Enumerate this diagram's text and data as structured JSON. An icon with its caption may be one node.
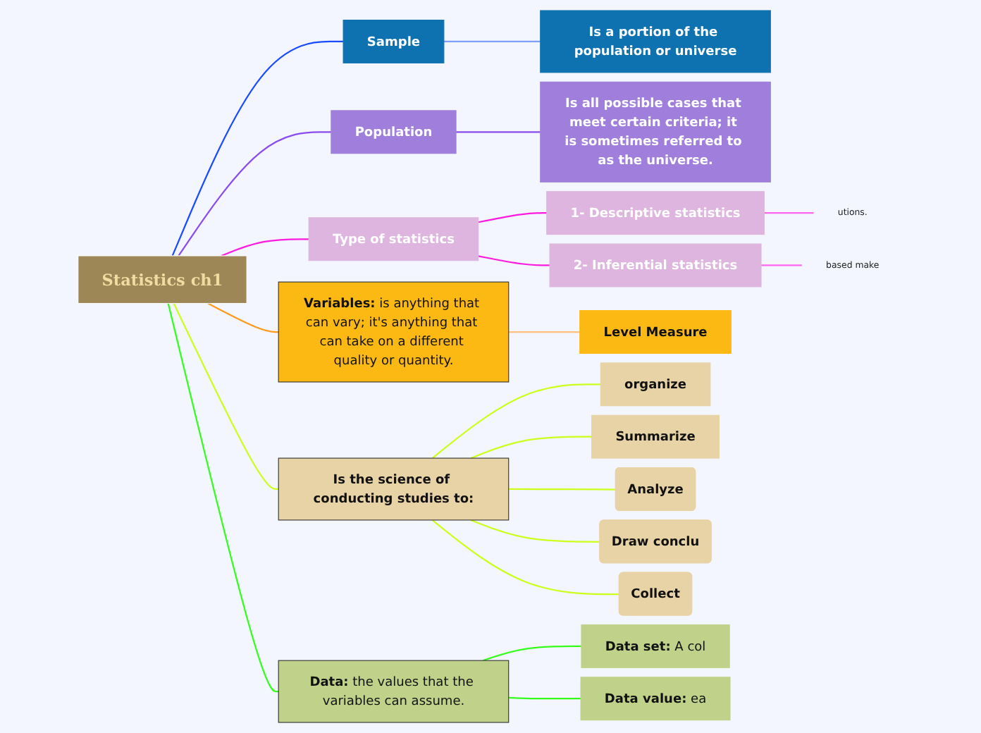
{
  "diagram": {
    "nodes": [
      {
        "text": [
          "Statistics ch1"
        ]
      },
      {
        "text": [
          "Sample"
        ]
      },
      {
        "text": [
          "Is a portion of the population or universe"
        ]
      },
      {
        "text": [
          "Population"
        ]
      },
      {
        "text": [
          "Is all possible cases that meet certain criteria; it is sometimes referred to as the universe."
        ]
      },
      {
        "text": [
          "Type of statistics"
        ]
      },
      {
        "text": [
          "1- Descriptive statistics"
        ]
      },
      {
        "text": [
          "utions."
        ]
      },
      {
        "text": [
          "2- Inferential statistics"
        ]
      },
      {
        "text": [
          "based make"
        ]
      },
      {
        "text": [
          "**Variables:** is anything that can vary; it's anything that can take on a different quality or quantity."
        ]
      },
      {
        "text": [
          "Level Measure"
        ]
      },
      {
        "text": [
          "Is the science of conducting studies to:"
        ]
      },
      {
        "text": [
          "organize"
        ]
      },
      {
        "text": [
          "Summarize"
        ]
      },
      {
        "text": [
          "Analyze"
        ]
      },
      {
        "text": [
          "Draw conclu"
        ]
      },
      {
        "text": [
          "Collect"
        ]
      },
      {
        "text": [
          "**Data:** the values that the variables can assume."
        ]
      },
      {
        "text": [
          "**Data set:** A col"
        ]
      },
      {
        "text": [
          "**Data value:** ea"
        ]
      }
    ],
    "edges": [
      {
        "from": 0,
        "to": 1,
        "arrow": "none",
        "color": "#1a4cff"
      },
      {
        "from": 1,
        "to": 2,
        "arrow": "none",
        "color": "#7f9fff"
      },
      {
        "from": 0,
        "to": 3,
        "arrow": "none",
        "color": "#8a4cf0"
      },
      {
        "from": 3,
        "to": 4,
        "arrow": "none",
        "color": "#8a4cf0"
      },
      {
        "from": 0,
        "to": 5,
        "arrow": "none",
        "color": "#ff1ae0"
      },
      {
        "from": 5,
        "to": 6,
        "arrow": "none",
        "color": "#ff1ae0"
      },
      {
        "from": 5,
        "to": 8,
        "arrow": "none",
        "color": "#ff1ae0"
      },
      {
        "from": 6,
        "to": 7,
        "arrow": "none",
        "color": "#ff66ee"
      },
      {
        "from": 8,
        "to": 9,
        "arrow": "none",
        "color": "#ff66ee"
      },
      {
        "from": 0,
        "to": 10,
        "arrow": "none",
        "color": "#ff9a1a"
      },
      {
        "from": 10,
        "to": 11,
        "arrow": "none",
        "color": "#ffc080"
      },
      {
        "from": 0,
        "to": 12,
        "arrow": "none",
        "color": "#ccff1a"
      },
      {
        "from": 12,
        "to": 13,
        "arrow": "none",
        "color": "#ccff1a"
      },
      {
        "from": 12,
        "to": 14,
        "arrow": "none",
        "color": "#ccff1a"
      },
      {
        "from": 12,
        "to": 15,
        "arrow": "none",
        "color": "#ccff1a"
      },
      {
        "from": 12,
        "to": 16,
        "arrow": "none",
        "color": "#ccff1a"
      },
      {
        "from": 12,
        "to": 17,
        "arrow": "none",
        "color": "#ccff1a"
      },
      {
        "from": 0,
        "to": 18,
        "arrow": "none",
        "color": "#33ff1a"
      },
      {
        "from": 18,
        "to": 19,
        "arrow": "none",
        "color": "#33ff1a"
      },
      {
        "from": 18,
        "to": 20,
        "arrow": "none",
        "color": "#33ff1a"
      }
    ]
  }
}
